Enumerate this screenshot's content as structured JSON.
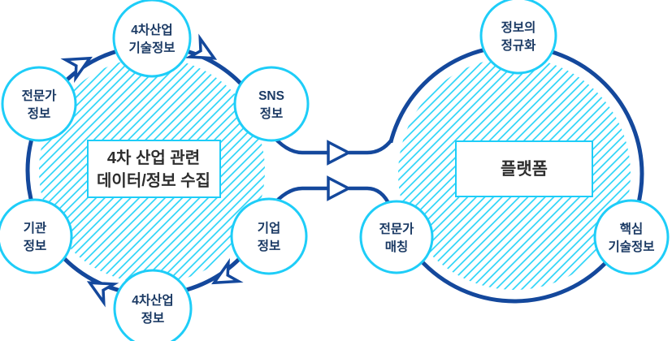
{
  "diagram": {
    "left": {
      "center_label": {
        "line1": "4차 산업 관련",
        "line2": "데이터/정보 수집"
      },
      "satellites": [
        {
          "line1": "4차산업",
          "line2": "기술정보"
        },
        {
          "line1": "전문가",
          "line2": "정보"
        },
        {
          "line1": "SNS",
          "line2": "정보"
        },
        {
          "line1": "기관",
          "line2": "정보"
        },
        {
          "line1": "기업",
          "line2": "정보"
        },
        {
          "line1": "4차산업",
          "line2": "정보"
        }
      ]
    },
    "right": {
      "center_label": {
        "line1": "플랫폼"
      },
      "satellites": [
        {
          "line1": "정보의",
          "line2": "정규화"
        },
        {
          "line1": "전문가",
          "line2": "매칭"
        },
        {
          "line1": "핵심",
          "line2": "기술정보"
        }
      ]
    },
    "colors": {
      "flow_navy": "#14489c",
      "accent_cyan": "#1ecdf8",
      "hatch_cyan": "#1ed2f8",
      "satellite_text": "#1b3a64",
      "box_text": "#2e2e2e"
    }
  }
}
